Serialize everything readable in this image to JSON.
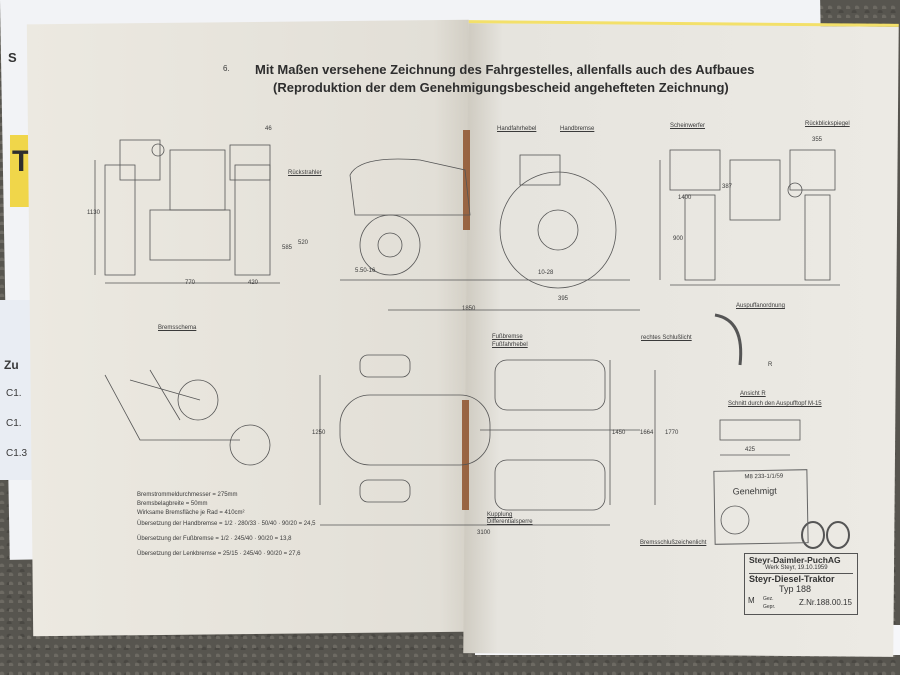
{
  "background_card": {
    "left_texts": [
      "Zu",
      "C1.",
      "C1.",
      "C1.3"
    ],
    "yellow_letter": "T",
    "side_letter": "S"
  },
  "header": {
    "number": "6.",
    "title_line1": "Mit Maßen versehene Zeichnung des Fahrgestelles, allenfalls auch des Aufbaues",
    "title_line2": "(Reproduktion der dem Genehmigungsbescheid angehefteten Zeichnung)"
  },
  "labels": {
    "rueckstrahler": "Rückstrahler",
    "handfahrhebel": "Handfahrhebel",
    "handbremse": "Handbremse",
    "scheinwerfer": "Scheinwerfer",
    "rueckblickspiegel": "Rückblickspiegel",
    "bremsschema": "Bremsschema",
    "auspuff": "Auspuffanordnung",
    "ansicht": "Ansicht R",
    "schnitt": "Schnitt durch den Auspufftopf M-15",
    "fussbremse": "Fußbremse",
    "fussfahrhebel": "Fußfahrhebel",
    "schlusslicht": "rechtes Schlußlicht",
    "kupplung": "Kupplung",
    "diffsperre": "Differentialsperre",
    "bremszeichen": "Bremsschlußzeichenlicht",
    "r": "R"
  },
  "dimensions": {
    "d1130": "1130",
    "d585": "585",
    "d520": "520",
    "d770": "770",
    "d420": "420",
    "d46": "46",
    "d1850": "1850",
    "d395": "395",
    "d355": "355",
    "d387": "387",
    "d900": "900",
    "d1400": "1400",
    "d3100": "3100",
    "d1250": "1250",
    "d1450": "1450",
    "d1664": "1664",
    "d1770": "1770",
    "d425": "425",
    "tire_front": "5.50-16",
    "tire_rear": "10-28"
  },
  "brake_notes": [
    "Bremstrommeldurchmesser = 275mm",
    "Bremsbelagbreite = 50mm",
    "Wirksame Bremsfläche je Rad = 410cm²",
    "Übersetzung der Handbremse = 1/2 · 280/33 · 50/40 · 90/20 = 24,5",
    "Übersetzung der Fußbremse = 1/2 · 245/40 · 90/20 = 13,8",
    "Übersetzung der Lenkbremse = 25/15 · 245/40 · 90/20 = 27,6"
  ],
  "stamp": {
    "ref": "M8 233-1/1/59",
    "title": "Genehmigt"
  },
  "title_block": {
    "company": "Steyr-Daimler-PuchAG",
    "works": "Werk Steyr, 19.10.1959",
    "product": "Steyr-Diesel-Traktor",
    "type": "Typ 188",
    "m": "M",
    "gez": "Gez.",
    "gepr": "Gepr.",
    "drawing_no": "Z.Nr.188.00.15"
  }
}
